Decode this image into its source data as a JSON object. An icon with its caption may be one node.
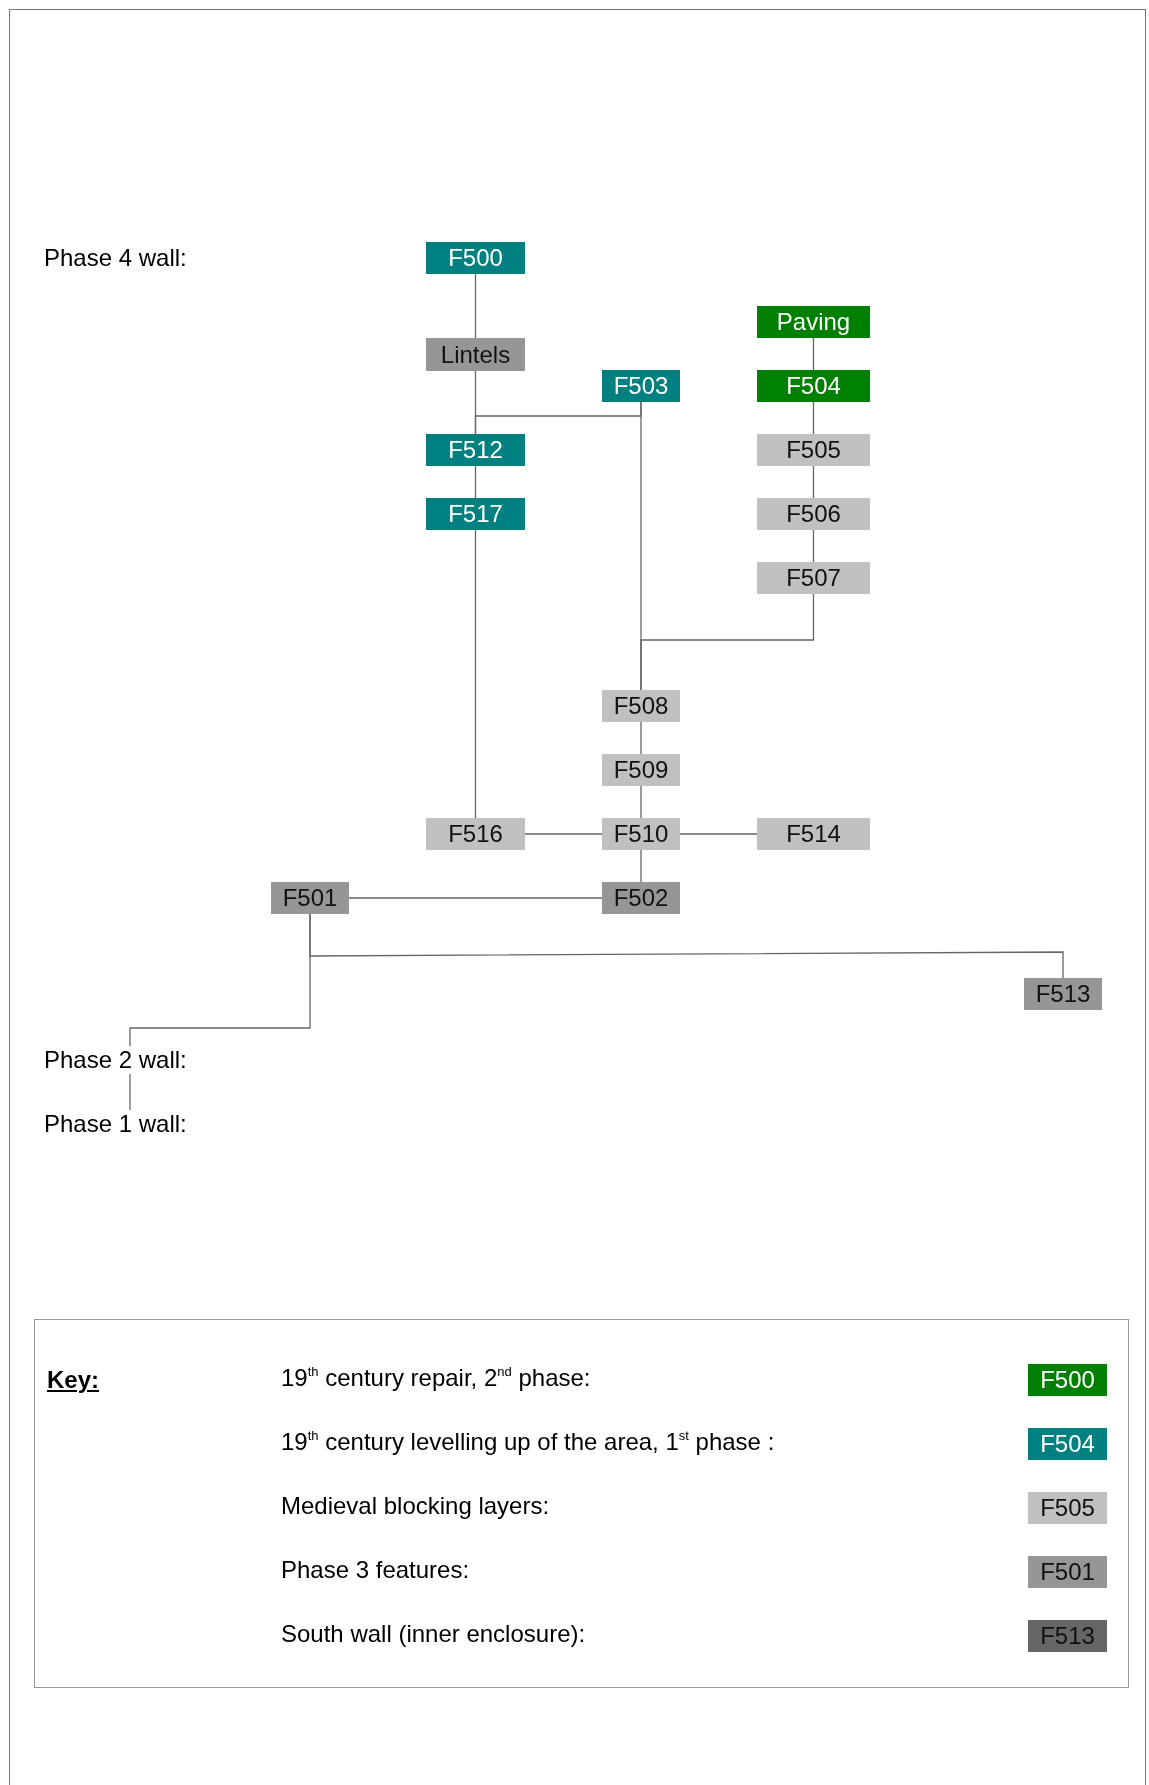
{
  "diagram": {
    "nodes": [
      {
        "text": [
          "F500"
        ]
      },
      {
        "text": [
          "Paving"
        ]
      },
      {
        "text": [
          "Lintels"
        ]
      },
      {
        "text": [
          "F503"
        ]
      },
      {
        "text": [
          "F504"
        ]
      },
      {
        "text": [
          "F512"
        ]
      },
      {
        "text": [
          "F505"
        ]
      },
      {
        "text": [
          "F517"
        ]
      },
      {
        "text": [
          "F506"
        ]
      },
      {
        "text": [
          "F507"
        ]
      },
      {
        "text": [
          "F508"
        ]
      },
      {
        "text": [
          "F509"
        ]
      },
      {
        "text": [
          "F516"
        ]
      },
      {
        "text": [
          "F510"
        ]
      },
      {
        "text": [
          "F514"
        ]
      },
      {
        "text": [
          "F501"
        ]
      },
      {
        "text": [
          "F502"
        ]
      },
      {
        "text": [
          "F513"
        ]
      },
      {
        "text": [
          "Phase 2 wall:"
        ]
      },
      {
        "text": [
          "Phase 1 wall:"
        ]
      }
    ],
    "edges": [
      {
        "from": 0,
        "to": 2,
        "arrow": "none"
      },
      {
        "from": 2,
        "to": 5,
        "arrow": "none"
      },
      {
        "from": 3,
        "to": 5,
        "arrow": "none"
      },
      {
        "from": 3,
        "to": 10,
        "arrow": "none"
      },
      {
        "from": 1,
        "to": 4,
        "arrow": "none"
      },
      {
        "from": 4,
        "to": 6,
        "arrow": "none"
      },
      {
        "from": 6,
        "to": 8,
        "arrow": "none"
      },
      {
        "from": 8,
        "to": 9,
        "arrow": "none"
      },
      {
        "from": 9,
        "to": 10,
        "arrow": "none"
      },
      {
        "from": 5,
        "to": 7,
        "arrow": "none"
      },
      {
        "from": 7,
        "to": 12,
        "arrow": "none"
      },
      {
        "from": 10,
        "to": 11,
        "arrow": "none"
      },
      {
        "from": 11,
        "to": 13,
        "arrow": "none"
      },
      {
        "from": 12,
        "to": 13,
        "arrow": "none"
      },
      {
        "from": 13,
        "to": 14,
        "arrow": "none"
      },
      {
        "from": 13,
        "to": 16,
        "arrow": "none"
      },
      {
        "from": 15,
        "to": 16,
        "arrow": "none"
      },
      {
        "from": 15,
        "to": 17,
        "arrow": "none"
      },
      {
        "from": 15,
        "to": 18,
        "arrow": "none"
      },
      {
        "from": 18,
        "to": 19,
        "arrow": "none"
      }
    ],
    "labels": [
      "Phase 4 wall:",
      "Key:",
      "F500",
      "F504",
      "F505",
      "F501",
      "F513"
    ],
    "legend": [
      {
        "text": "19$^{th}$ century repair, 2$^{nd}$ phase:",
        "color": "#008000"
      },
      {
        "text": "19$^{th}$ century levelling up of the area, 1$^{st}$ phase :",
        "color": "#008080"
      },
      {
        "text": "Medieval blocking layers:",
        "color": "#c0c0c0"
      },
      {
        "text": "Phase 3 features:",
        "color": "#969696"
      },
      {
        "text": "South wall (inner enclosure):",
        "color": "#666666"
      }
    ]
  }
}
